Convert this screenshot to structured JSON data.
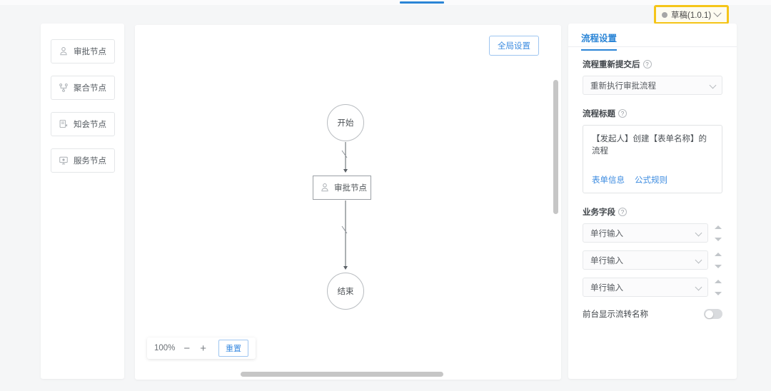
{
  "top": {
    "active_tab_indicator": ""
  },
  "version_badge": {
    "status_dot": "status-dot",
    "label": "草稿(1.0.1)",
    "chevron": "chevron-down-icon"
  },
  "palette": {
    "items": [
      {
        "label": "审批节点",
        "icon": "approval-node-icon"
      },
      {
        "label": "聚合节点",
        "icon": "aggregate-node-icon"
      },
      {
        "label": "知会节点",
        "icon": "notify-node-icon"
      },
      {
        "label": "服务节点",
        "icon": "service-node-icon"
      }
    ]
  },
  "canvas": {
    "global_settings_label": "全局设置",
    "nodes": [
      {
        "id": "start",
        "label": "开始",
        "type": "circle"
      },
      {
        "id": "approval",
        "label": "审批节点",
        "type": "box",
        "icon": "approval-node-icon"
      },
      {
        "id": "end",
        "label": "结束",
        "type": "circle"
      }
    ]
  },
  "zoom_bar": {
    "level": "100%",
    "zoom_out": "−",
    "zoom_in": "+",
    "reset_label": "重置"
  },
  "settings": {
    "tab_label": "流程设置",
    "resubmit": {
      "label": "流程重新提交后",
      "help": "?",
      "value": "重新执行审批流程"
    },
    "title_field": {
      "label": "流程标题",
      "help": "?",
      "value": "【发起人】创建【表单名称】的流程",
      "links": [
        "表单信息",
        "公式规则"
      ]
    },
    "business_fields": {
      "label": "业务字段",
      "help": "?",
      "rows": [
        {
          "value": "单行输入"
        },
        {
          "value": "单行输入"
        },
        {
          "value": "单行输入"
        }
      ]
    },
    "show_flow_name": {
      "label": "前台显示流转名称",
      "enabled": false
    }
  },
  "colors": {
    "accent": "#2b85d6",
    "link": "#3d8ce0",
    "highlight": "#f5c518",
    "page_bg": "#f5f6f7"
  }
}
